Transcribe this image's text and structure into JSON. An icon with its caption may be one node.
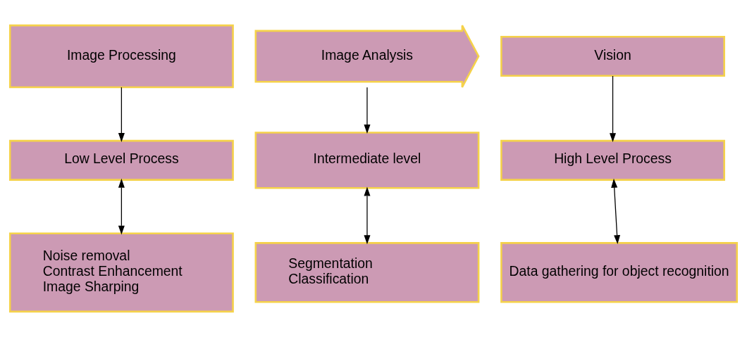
{
  "diagram": {
    "nodes": [
      {
        "text": [
          "Image Processing"
        ]
      },
      {
        "text": [
          "Image Analysis"
        ]
      },
      {
        "text": [
          "Vision"
        ]
      },
      {
        "text": [
          "Low Level Process"
        ]
      },
      {
        "text": [
          "Intermediate level"
        ]
      },
      {
        "text": [
          "High Level Process"
        ]
      },
      {
        "text": [
          "Noise removal",
          "Contrast Enhancement",
          "Image Sharping"
        ]
      },
      {
        "text": [
          "Segmentation",
          "Classification"
        ]
      },
      {
        "text": [
          "Data gathering for object recognition"
        ]
      }
    ],
    "edges": [
      {
        "from": 0,
        "to": 3,
        "arrow": "to"
      },
      {
        "from": 1,
        "to": 4,
        "arrow": "to"
      },
      {
        "from": 2,
        "to": 5,
        "arrow": "to"
      },
      {
        "from": 3,
        "to": 6,
        "arrow": "both"
      },
      {
        "from": 4,
        "to": 7,
        "arrow": "both"
      },
      {
        "from": 5,
        "to": 8,
        "arrow": "both"
      }
    ]
  }
}
